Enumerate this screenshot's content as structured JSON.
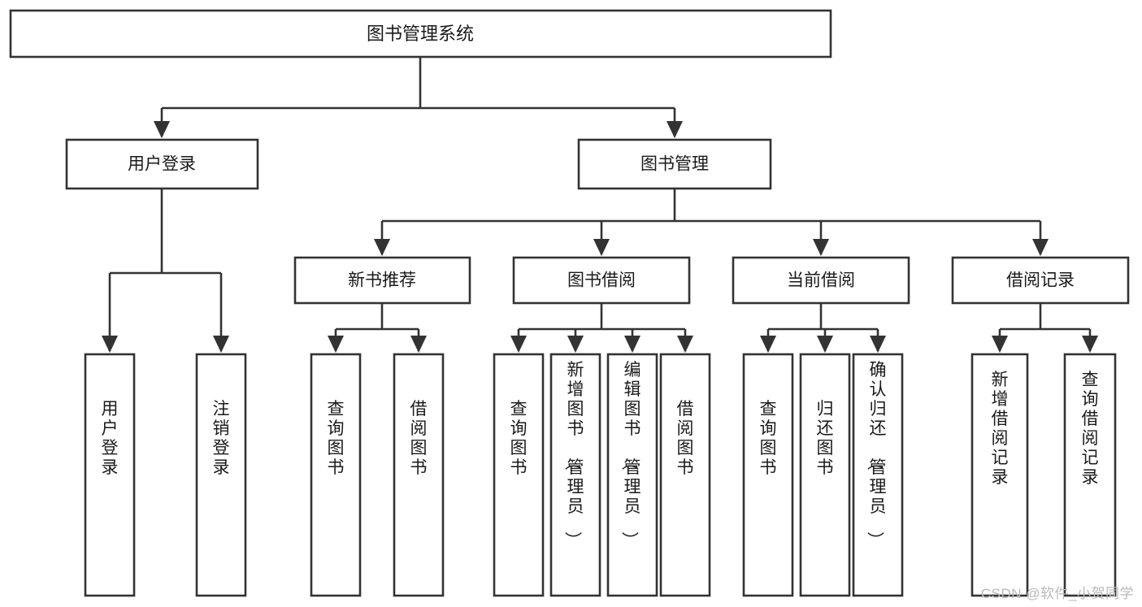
{
  "diagram": {
    "type": "tree",
    "title": "图书管理系统",
    "watermark": "CSDN @软件_小贺同学",
    "root": {
      "label": "图书管理系统"
    },
    "level2": [
      {
        "id": "user-login",
        "label": "用户登录"
      },
      {
        "id": "book-management",
        "label": "图书管理"
      }
    ],
    "level3": [
      {
        "id": "new-book-recommend",
        "label": "新书推荐",
        "parent": "book-management"
      },
      {
        "id": "book-borrow",
        "label": "图书借阅",
        "parent": "book-management"
      },
      {
        "id": "current-borrow",
        "label": "当前借阅",
        "parent": "book-management"
      },
      {
        "id": "borrow-record",
        "label": "借阅记录",
        "parent": "book-management"
      }
    ],
    "leaves": [
      {
        "id": "leaf-user-login",
        "label": "用户登录",
        "parent": "user-login"
      },
      {
        "id": "leaf-logout-login",
        "label": "注销登录",
        "parent": "user-login"
      },
      {
        "id": "leaf-query-book-1",
        "label": "查询图书",
        "parent": "new-book-recommend"
      },
      {
        "id": "leaf-borrow-book-1",
        "label": "借阅图书",
        "parent": "new-book-recommend"
      },
      {
        "id": "leaf-query-book-2",
        "label": "查询图书",
        "parent": "book-borrow"
      },
      {
        "id": "leaf-add-book",
        "label": "新增图书（管理员）",
        "parent": "book-borrow"
      },
      {
        "id": "leaf-edit-book",
        "label": "编辑图书（管理员）",
        "parent": "book-borrow"
      },
      {
        "id": "leaf-borrow-book-2",
        "label": "借阅图书",
        "parent": "book-borrow"
      },
      {
        "id": "leaf-query-book-3",
        "label": "查询图书",
        "parent": "current-borrow"
      },
      {
        "id": "leaf-return-book",
        "label": "归还图书",
        "parent": "current-borrow"
      },
      {
        "id": "leaf-confirm-return",
        "label": "确认归还（管理员）",
        "parent": "current-borrow"
      },
      {
        "id": "leaf-add-record",
        "label": "新增借阅记录",
        "parent": "borrow-record"
      },
      {
        "id": "leaf-query-record",
        "label": "查询借阅记录",
        "parent": "borrow-record"
      }
    ],
    "colors": {
      "stroke": "#333333",
      "fill": "#ffffff",
      "text": "#1a1a1a",
      "watermark": "#b9b9b9"
    }
  }
}
